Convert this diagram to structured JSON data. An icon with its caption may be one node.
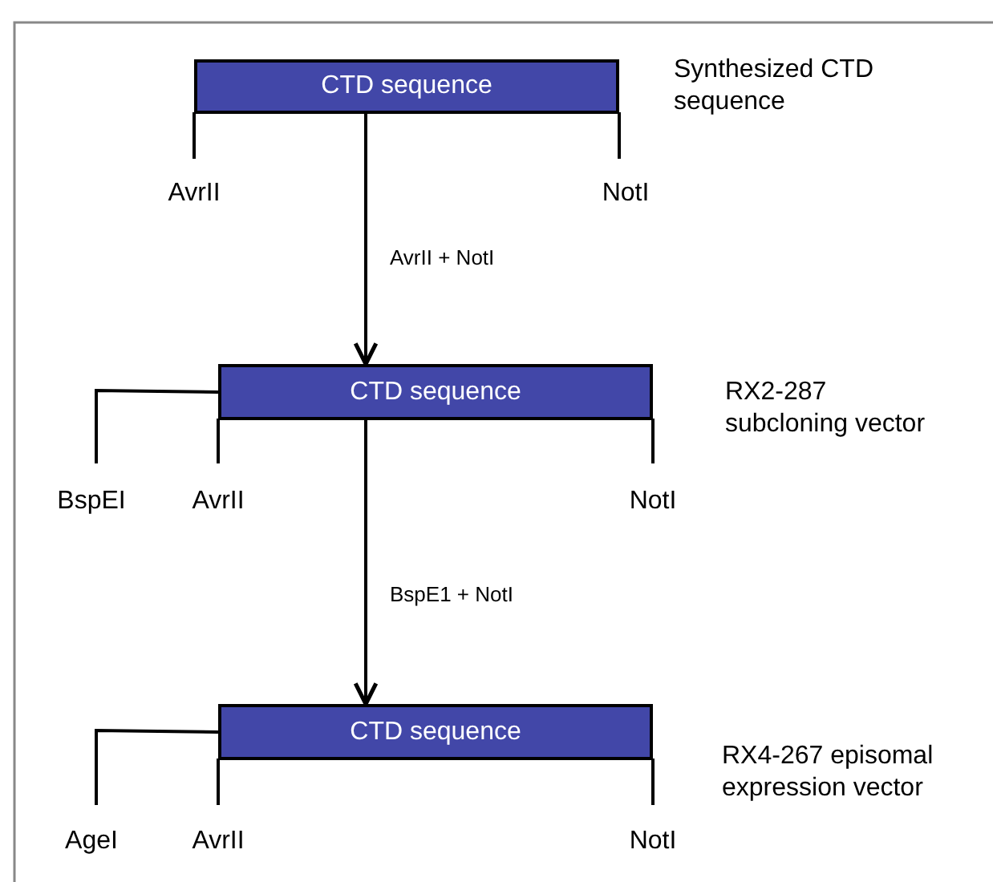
{
  "diagram": {
    "nodes": [
      {
        "text": [
          "CTD sequence"
        ],
        "beside": [
          "Synthesized CTD sequence"
        ]
      },
      {
        "text": [
          "CTD sequence"
        ],
        "beside": [
          "RX2-287 subcloning vector"
        ]
      },
      {
        "text": [
          "CTD sequence"
        ],
        "beside": [
          "RX4-267 episomal expression vector"
        ]
      }
    ],
    "edges": [
      {
        "from": 0,
        "to": 1,
        "arrow": "to",
        "label": "AvrII + NotI"
      },
      {
        "from": 1,
        "to": 2,
        "arrow": "to",
        "label": "BspE1 + NotI"
      }
    ],
    "labels": [
      "AvrII",
      "NotI",
      "BspEI",
      "AvrII",
      "NotI",
      "AgeI",
      "AvrII",
      "NotI"
    ]
  }
}
